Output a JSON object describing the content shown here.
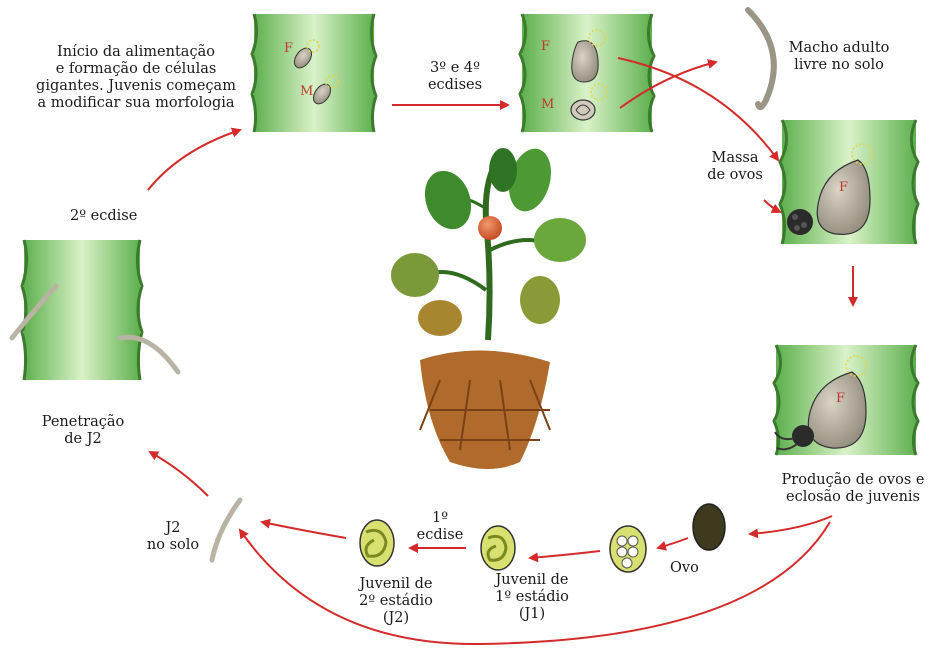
{
  "labels": {
    "feeding_start": [
      "Início da alimentação",
      "e formação de células",
      "gigantes. Juvenis começam",
      "a modificar sua morfologia"
    ],
    "molt_3_4": [
      "3º e 4º",
      "ecdises"
    ],
    "adult_male": [
      "Macho adulto",
      "livre no solo"
    ],
    "egg_mass": [
      "Massa",
      "de ovos"
    ],
    "molt_2": "2º ecdise",
    "penetration": [
      "Penetração",
      "de J2"
    ],
    "egg_production": [
      "Produção de ovos e",
      "eclosão de juvenis"
    ],
    "egg": "Ovo",
    "j1": [
      "Juvenil de",
      "1º estádio",
      "(J1)"
    ],
    "molt_1": [
      "1º",
      "ecdise"
    ],
    "j2": [
      "Juvenil de",
      "2º estádio",
      "(J2)"
    ],
    "j2_soil": [
      "J2",
      "no solo"
    ]
  },
  "markers": {
    "female": "F",
    "male": "M"
  },
  "icons": [
    "root-segment-icon",
    "nematode-icon",
    "tomato-plant-icon",
    "egg-icon",
    "cycle-arrow-icon"
  ],
  "colors": {
    "arrow": "#d42a2a",
    "root_green": "#7cc46a",
    "root_light": "#d7f0c4",
    "root_edge": "#3c7a2e",
    "nematode": "#b8b3a3",
    "egg_dark": "#3d3a1e",
    "juvenile_yellow": "#d8e070",
    "marker_red": "#c0392b"
  }
}
